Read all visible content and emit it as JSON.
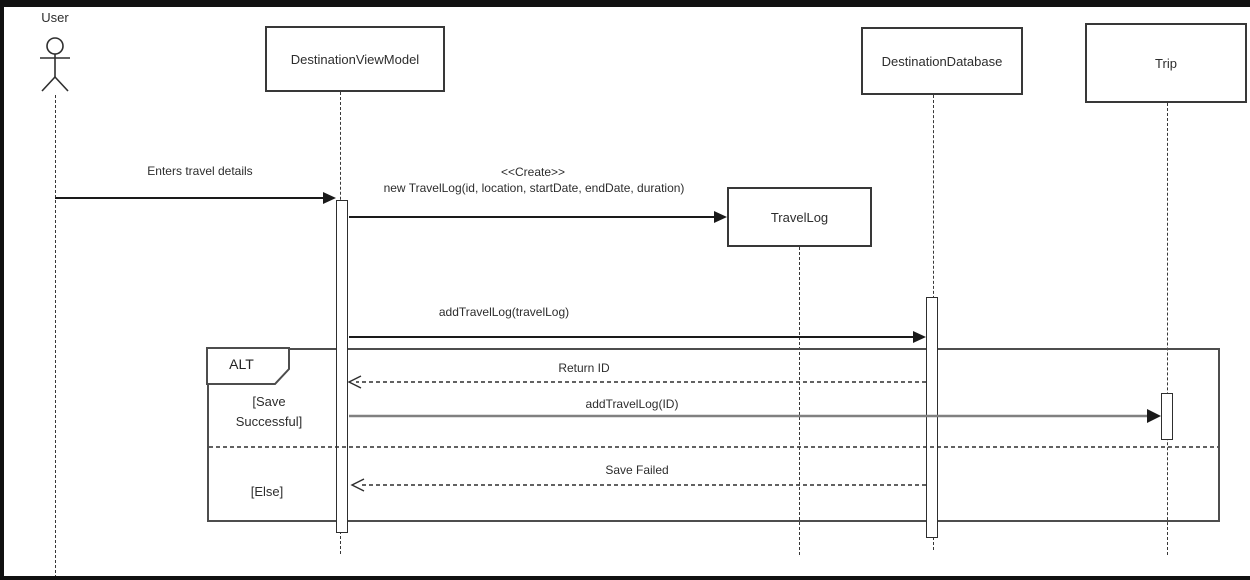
{
  "diagram": {
    "kind": "uml-sequence-diagram",
    "colors": {
      "background": "#ffffff",
      "line": "#1a1a1a",
      "muted_line": "#808080",
      "border": "#383838",
      "text": "#2d2d2d",
      "frame": "#111111"
    }
  },
  "actor": {
    "label": "User",
    "icon": "stick-figure-actor-icon"
  },
  "participants": {
    "dvm": {
      "label": "DestinationViewModel"
    },
    "travel_log": {
      "label": "TravelLog"
    },
    "database": {
      "label": "DestinationDatabase"
    },
    "trip": {
      "label": "Trip"
    }
  },
  "messages": {
    "enter_details": {
      "label": "Enters travel details",
      "type": "sync-solid-arrow"
    },
    "create_stereotype": {
      "label": "<<Create>>"
    },
    "create_call": {
      "label": "new TravelLog(id, location, startDate, endDate, duration)",
      "type": "create-solid-arrow"
    },
    "add_travel_log": {
      "label": "addTravelLog(travelLog)",
      "type": "sync-solid-arrow"
    },
    "return_id": {
      "label": "Return ID",
      "type": "return-dashed-arrow"
    },
    "add_travel_log_id": {
      "label": "addTravelLog(ID)",
      "type": "sync-solid-arrow"
    },
    "save_failed": {
      "label": "Save Failed",
      "type": "return-dashed-arrow"
    }
  },
  "fragment": {
    "operator": "ALT",
    "guards": {
      "success": "[Save Successful]",
      "else": "[Else]"
    }
  }
}
